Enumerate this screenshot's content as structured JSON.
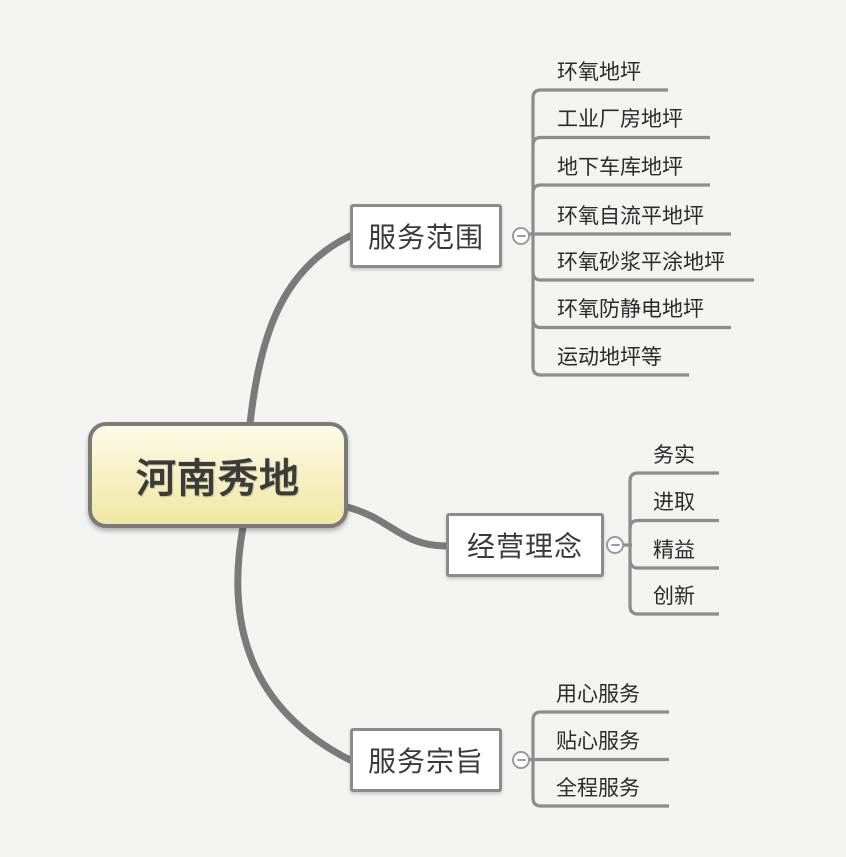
{
  "diagram": {
    "type": "mindmap",
    "root": {
      "label": "河南秀地"
    },
    "branches": [
      {
        "label": "服务范围",
        "collapse_icon": "minus-icon",
        "children": [
          "环氧地坪",
          "工业厂房地坪",
          "地下车库地坪",
          "环氧自流平地坪",
          "环氧砂浆平涂地坪",
          "环氧防静电地坪",
          "运动地坪等"
        ]
      },
      {
        "label": "经营理念",
        "collapse_icon": "minus-icon",
        "children": [
          "务实",
          "进取",
          "精益",
          "创新"
        ]
      },
      {
        "label": "服务宗旨",
        "collapse_icon": "minus-icon",
        "children": [
          "用心服务",
          "贴心服务",
          "全程服务"
        ]
      }
    ]
  },
  "colors": {
    "background": "#f3f3f1",
    "root_fill_top": "#fcfae8",
    "root_fill_bottom": "#f1e7a3",
    "root_border": "#7a7a7a",
    "root_text": "#3b3b3b",
    "branch_border": "#8b8b8b",
    "branch_fill": "#ffffff",
    "branch_text": "#3a3a3a",
    "leaf_text": "#2b2b2b",
    "line": "#8c8c8c",
    "curve": "#7a7a7a",
    "collapse_border": "#9a9a9a",
    "collapse_fill": "#ffffff",
    "collapse_minus": "#8f9ac5"
  }
}
